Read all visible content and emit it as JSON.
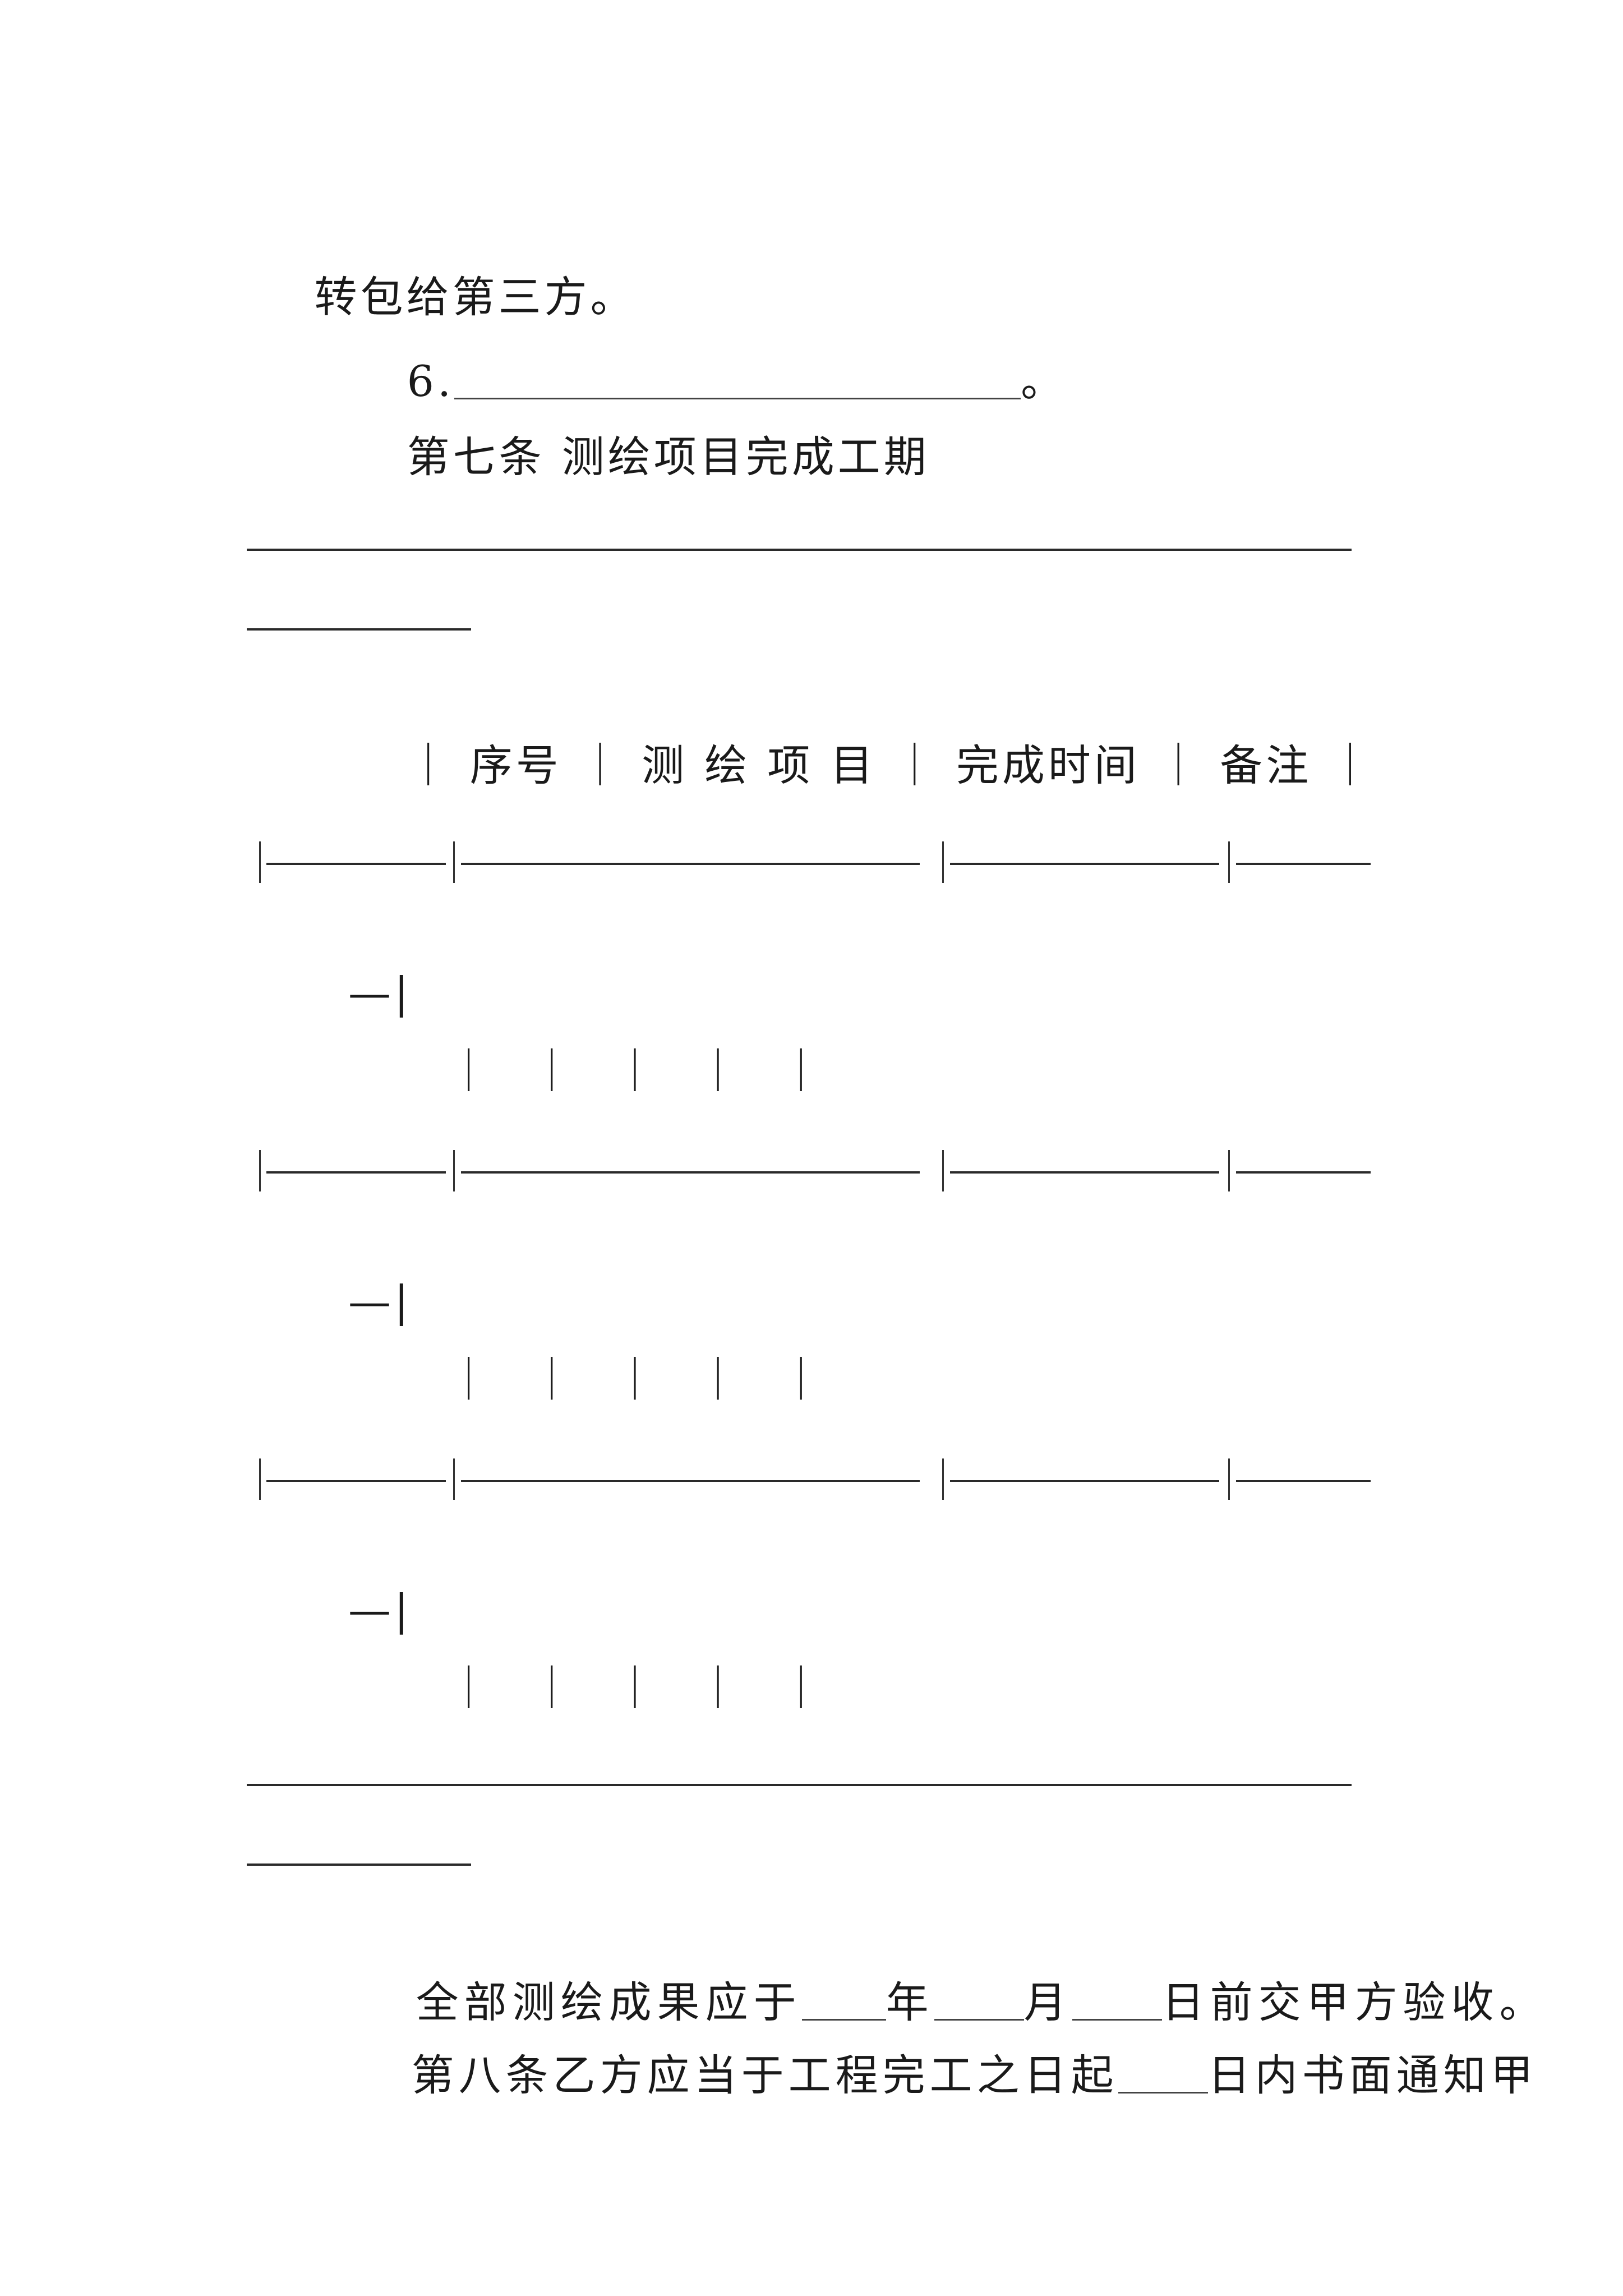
{
  "doc": {
    "line_cont": "转包给第三方。",
    "item6_prefix": "6.",
    "item6_suffix": "。",
    "article7_title": "第七条 测绘项目完成工期",
    "table_header": "｜ 序号 ｜ 测 绘 项 目 ｜ 完成时间 ｜ 备注 ｜",
    "table_row_divider_end": "—|",
    "table_empty_row": "｜ ｜ ｜ ｜ ｜",
    "completion_text": {
      "part1": "全部测绘成果应于",
      "part2": "年",
      "part3": "月",
      "part4": "日前交甲方验收。"
    },
    "article8": {
      "part1": "第八条乙方应当于工程完工之日起",
      "part2": "日内书面通知甲"
    }
  }
}
